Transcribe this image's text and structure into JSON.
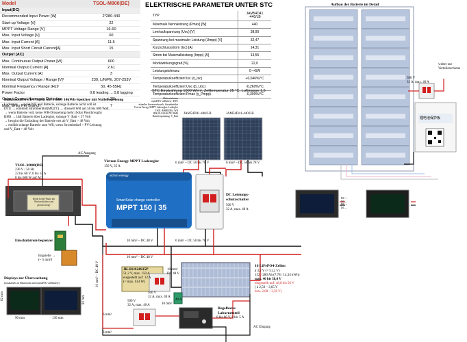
{
  "inverter_table": {
    "header": {
      "model_label": "Model",
      "model_value": "TSOL-M800(DE)"
    },
    "sections": [
      {
        "title": "Input(DC)",
        "rows": [
          [
            "Recommended Input Power [W]",
            "2*280-440"
          ],
          [
            "Start-up Voltage [V]",
            "22"
          ],
          [
            "MPPT Voltage Range [V]",
            "16-60"
          ],
          [
            "Max. Input Voltage [V]",
            "60"
          ],
          [
            "Max. Input Current [A]",
            "11.5"
          ],
          [
            "Max. Input Short Circuit Current[A]",
            "15"
          ]
        ]
      },
      {
        "title": "Output [AC]",
        "rows": [
          [
            "Max. Continuous Output Power [W]",
            "600"
          ],
          [
            "Nominal Output Current [A]",
            "2.61"
          ],
          [
            "Max. Output Current [A]",
            "3"
          ],
          [
            "Nominal Output Voltage / Range [V]¹",
            "230, L/N/PE, 207-253V"
          ],
          [
            "Nominal Frequency / Range [Hz]¹",
            "50, 45-55Hz"
          ],
          [
            "Power Factor",
            "0.8 leading ... 0.8 lagging"
          ],
          [
            "Output Current Harmonic Distortion",
            "< 3%"
          ],
          [
            "Max. Units Per Branch",
            "7"
          ]
        ]
      }
    ]
  },
  "panel_table": {
    "title": "ELEKTRISCHE PARAMETER UNTER STC",
    "type_label": "TYP",
    "type_value": "JAM54D41\n-440/LB",
    "rows": [
      [
        "Maximale Nennleistung (Pmax) [W]",
        "440"
      ],
      [
        "Leerlaufspannung (Uoc) [V]",
        "38,90"
      ],
      [
        "Spannung bei maximaler Leistung (Umpp) [V]",
        "32,47"
      ],
      [
        "Kurzschlussstrom (Isc) [A]",
        "14,31"
      ],
      [
        "Strom bei Maximalleistung (Impp) [A]",
        "13,55"
      ],
      [
        "Modulwirkungsgrad [%]",
        "22,0"
      ],
      [
        "Leistungstoleranz",
        "0~+5W"
      ],
      [
        "Temperaturkoeffizient Isc (α_Isc)",
        "+0,046%/°C"
      ],
      [
        "Temperaturkoeffizient Uoc (β_Uoc)",
        "-0,260%/°C"
      ],
      [
        "Temperaturkoeffizient Pmax (γ_Pmpp)",
        "-0,300%/°C"
      ]
    ],
    "stc_note": "STC  Einstrahlung 1000 W/m², Zelltemperatur 25 °C, Luftmasse 1,5"
  },
  "notes": {
    "title": "Balkonkraftwerk-Projekt mit 5 oder 14kWh-Speicher mit Nulleinspeisung",
    "lines": [
      "Ladergler → speist WR und Batterie, solange Batterie nicht voll ist",
      "DTU → ermittelt Stromberübrt(MQTT) → drosselt WR auf 50 bis 600 Watt.",
      "→ wenn Batterie voll, keine WR-Drosselung mehr (Solar Passthrough)",
      "BMS → lädt Batterie über Ladergler, solange V_Batt < 57 Volt",
      "→ beugint die Entladung der Batterie erst ab V_Batt > 48 Volt",
      "→ entlädt solange Batterie zum WR, wenn Strombedarf > PV-Leistung",
      "und V_Batt > 48 Volt"
    ],
    "legend": [
      "Abbreviationen",
      "openDTU-onBattery: DTU",
      "aktueller Stromverbrauch: Stromberübrt",
      "Victron Energy MPPT Laderegler: Ladergler",
      "TSOL-M800(DE): WR",
      "JBK-B-1A24S15P: BMS",
      "Batteriespannung: V_Batt"
    ]
  },
  "components": {
    "ac_ausgang": "AC Ausgang",
    "inverter_label": "TSOL-M800(DE)",
    "inverter_specs": [
      "230 V / 50 Hz",
      "22 bis 60 V, 0 bis 14 A",
      "0 bis 600 W auf AC"
    ],
    "inverter_ports": "Beide Leiter-Paare am Wechselrichter sind gleichwertig!",
    "victron_title": "Victron Energy MPPT Laderegler",
    "victron_sub": "150 V, 35 A",
    "victron_brand": "victron energy",
    "victron_device": "SmartSolar charge controller",
    "victron_model": "MPPT 150 | 35",
    "panel1": "JAM54D41-440/LB",
    "panel2": "JAM54D41-440/LB",
    "pv_cable1": "6 mm² – DC 50 bis 78 V",
    "pv_cable2": "6 mm² – DC 50 bis 78 V",
    "dc_switch_title": "DC Leistungs-schutzschalter",
    "dc_switch_specs": [
      "500 V",
      "32 A, max. 40 A"
    ],
    "ct_label": "Einschaltstrom-begrenzer",
    "engstelle": "Engstelle →\n(~ 5 mm²)",
    "cable_10mm_48": "10 mm² – DC 48 V",
    "cable_6mm_50": "6 mm² – DC 50 bis 78 V",
    "cable_10mm_48b": "10 mm² – DC 48 V",
    "cable_10mm_dc": "10 mm²\nDC 48 V",
    "cable_vertical": "10 mm² – DC 48 V",
    "bms_title": "JK-B1A24S15P",
    "bms_specs": [
      "51,2 V, max. 150 A",
      "eingestellt auf: 12 A",
      "(= max. 614 W)"
    ],
    "breaker1": [
      "500 V",
      "32 A, max. 40 A"
    ],
    "breaker2": [
      "500 V",
      "32 A, max. 40 A"
    ],
    "fuse_40a": "40 A",
    "lab_psu_title": "Regelbares Labornetzteil",
    "lab_psu_spec": "0 bis 60 V, 0 bis 5 A",
    "ac_eingang": "AC Eingang",
    "cable_6mm_bottom1": "6 mm²",
    "cable_6mm_bottom2": "6 mm²",
    "cable_10mm_bottom": "10 mm²",
    "cells_title": "16 LiFePO4-Zellen",
    "cells_specs": [
      "à 3,2 V (= 51,2 V)",
      "152 / 280 Ah (7,78 / 14,34 kWh)"
    ],
    "cells_max": "max. 40 bis 58,4 V",
    "cells_set": "eingestellt auf: 48,8 bis 56 V",
    "cells_cell": [
      "(  à  2,50 – 3,65 V",
      "bzw. 2,80 – 3,50 V)"
    ],
    "displays_title": "Displays zur Überwachung",
    "displays_sub": "(zusätzlich zu Bluetooth und openDTU-onBattery)",
    "dim_90": "90 mm",
    "dim_130": "130 mm",
    "dim_62": "62 mm",
    "dim_82": "82 mm"
  },
  "battery_detail": {
    "title": "Aufbau der Batterie im Detail",
    "breaker_label": "500 V\n32 A, max. 40 A",
    "weiter_label": "weiter zur Verteilerschiene",
    "bms_screen": "锂电池保护板",
    "dc_labels": [
      "DC +",
      "DC –",
      "DC +",
      "DC –"
    ]
  },
  "colors": {
    "red_wire": "#d21e1e",
    "black_wire": "#111111",
    "victron_blue": "#1f6fc4",
    "battery_blue": "#b8c6dd",
    "bms_gold": "#e7d9a0"
  }
}
